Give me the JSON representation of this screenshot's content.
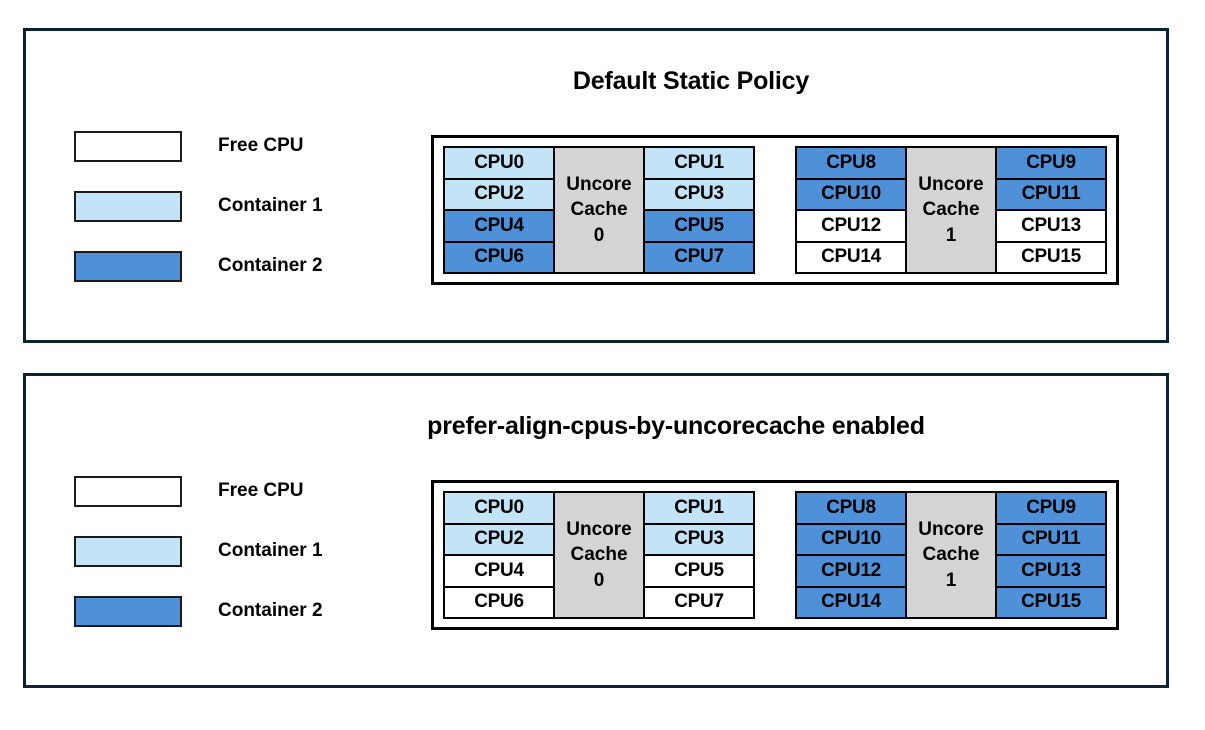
{
  "colors": {
    "free_cpu": "#ffffff",
    "container1": "#c2e4f6",
    "container2": "#4e91d9",
    "cache": "#d4d4d4",
    "panel_border": "#0a2432",
    "cell_border": "#000000"
  },
  "legend": {
    "items": [
      {
        "label": "Free CPU",
        "state": "free"
      },
      {
        "label": "Container 1",
        "state": "container1"
      },
      {
        "label": "Container 2",
        "state": "container2"
      }
    ]
  },
  "panels": [
    {
      "id": "default-static-policy",
      "title": "Default Static Policy",
      "groups": [
        {
          "cache_line1": "Uncore",
          "cache_line2": "Cache",
          "cache_index": "0",
          "left_column": [
            {
              "label": "CPU0",
              "state": "container1"
            },
            {
              "label": "CPU2",
              "state": "container1"
            },
            {
              "label": "CPU4",
              "state": "container2"
            },
            {
              "label": "CPU6",
              "state": "container2"
            }
          ],
          "right_column": [
            {
              "label": "CPU1",
              "state": "container1"
            },
            {
              "label": "CPU3",
              "state": "container1"
            },
            {
              "label": "CPU5",
              "state": "container2"
            },
            {
              "label": "CPU7",
              "state": "container2"
            }
          ]
        },
        {
          "cache_line1": "Uncore",
          "cache_line2": "Cache",
          "cache_index": "1",
          "left_column": [
            {
              "label": "CPU8",
              "state": "container2"
            },
            {
              "label": "CPU10",
              "state": "container2"
            },
            {
              "label": "CPU12",
              "state": "free"
            },
            {
              "label": "CPU14",
              "state": "free"
            }
          ],
          "right_column": [
            {
              "label": "CPU9",
              "state": "container2"
            },
            {
              "label": "CPU11",
              "state": "container2"
            },
            {
              "label": "CPU13",
              "state": "free"
            },
            {
              "label": "CPU15",
              "state": "free"
            }
          ]
        }
      ]
    },
    {
      "id": "prefer-align-cpus-by-uncorecache",
      "title": "prefer-align-cpus-by-uncorecache enabled",
      "groups": [
        {
          "cache_line1": "Uncore",
          "cache_line2": "Cache",
          "cache_index": "0",
          "left_column": [
            {
              "label": "CPU0",
              "state": "container1"
            },
            {
              "label": "CPU2",
              "state": "container1"
            },
            {
              "label": "CPU4",
              "state": "free"
            },
            {
              "label": "CPU6",
              "state": "free"
            }
          ],
          "right_column": [
            {
              "label": "CPU1",
              "state": "container1"
            },
            {
              "label": "CPU3",
              "state": "container1"
            },
            {
              "label": "CPU5",
              "state": "free"
            },
            {
              "label": "CPU7",
              "state": "free"
            }
          ]
        },
        {
          "cache_line1": "Uncore",
          "cache_line2": "Cache",
          "cache_index": "1",
          "left_column": [
            {
              "label": "CPU8",
              "state": "container2"
            },
            {
              "label": "CPU10",
              "state": "container2"
            },
            {
              "label": "CPU12",
              "state": "container2"
            },
            {
              "label": "CPU14",
              "state": "container2"
            }
          ],
          "right_column": [
            {
              "label": "CPU9",
              "state": "container2"
            },
            {
              "label": "CPU11",
              "state": "container2"
            },
            {
              "label": "CPU13",
              "state": "container2"
            },
            {
              "label": "CPU15",
              "state": "container2"
            }
          ]
        }
      ]
    }
  ]
}
